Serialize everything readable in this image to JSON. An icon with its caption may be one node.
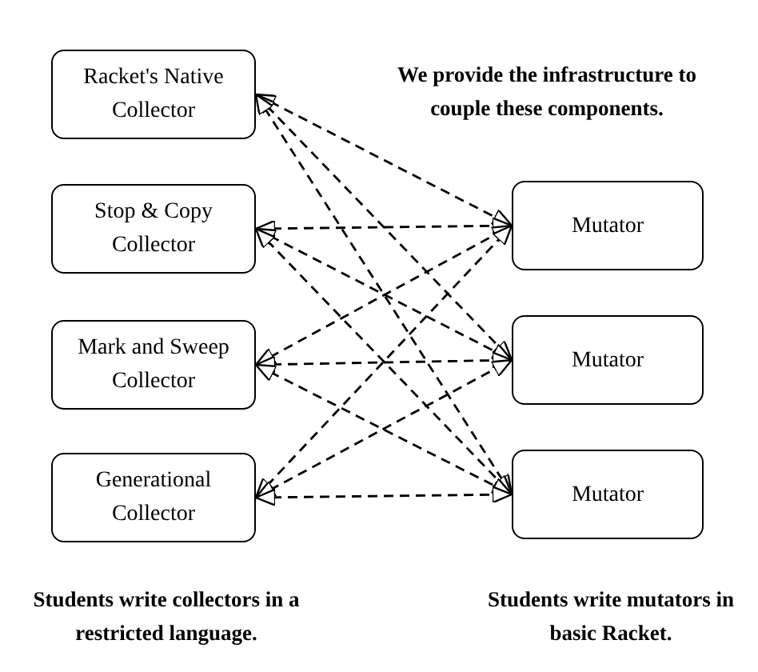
{
  "diagram": {
    "nodes": [
      {
        "text": [
          "Racket's Native Collector"
        ]
      },
      {
        "text": [
          "Stop & Copy Collector"
        ]
      },
      {
        "text": [
          "Mark and Sweep Collector"
        ]
      },
      {
        "text": [
          "Generational Collector"
        ]
      },
      {
        "text": [
          "Mutator"
        ]
      },
      {
        "text": [
          "Mutator"
        ]
      },
      {
        "text": [
          "Mutator"
        ]
      }
    ],
    "edges": [
      {
        "from": 0,
        "to": 4,
        "arrow": "both",
        "style": "dashed"
      },
      {
        "from": 0,
        "to": 5,
        "arrow": "both",
        "style": "dashed"
      },
      {
        "from": 0,
        "to": 6,
        "arrow": "both",
        "style": "dashed"
      },
      {
        "from": 1,
        "to": 4,
        "arrow": "both",
        "style": "dashed"
      },
      {
        "from": 1,
        "to": 5,
        "arrow": "both",
        "style": "dashed"
      },
      {
        "from": 1,
        "to": 6,
        "arrow": "both",
        "style": "dashed"
      },
      {
        "from": 2,
        "to": 4,
        "arrow": "both",
        "style": "dashed"
      },
      {
        "from": 2,
        "to": 5,
        "arrow": "both",
        "style": "dashed"
      },
      {
        "from": 2,
        "to": 6,
        "arrow": "both",
        "style": "dashed"
      },
      {
        "from": 3,
        "to": 4,
        "arrow": "both",
        "style": "dashed"
      },
      {
        "from": 3,
        "to": 5,
        "arrow": "both",
        "style": "dashed"
      },
      {
        "from": 3,
        "to": 6,
        "arrow": "both",
        "style": "dashed"
      }
    ],
    "labels": [
      "We provide the infrastructure to couple these components.",
      "Students write collectors in a restricted language.",
      "Students write mutators in basic Racket."
    ]
  }
}
